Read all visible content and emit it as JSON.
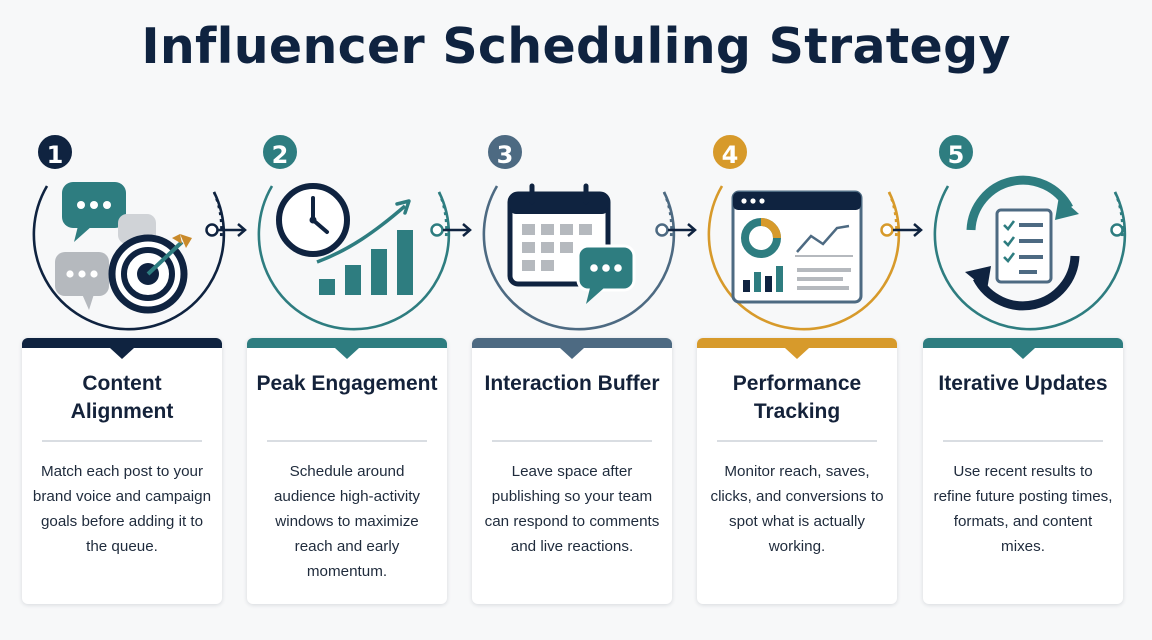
{
  "title": "Influencer Scheduling Strategy",
  "colors": {
    "navy": "#0f2340",
    "teal": "#2e7d80",
    "slate": "#4d6a82",
    "gold": "#d79a2b",
    "gray": "#b5b9be"
  },
  "steps": [
    {
      "number": "1",
      "title": "Content Alignment",
      "description": "Match each post to your brand voice and campaign goals before adding it to the queue.",
      "accent": "#0f2340",
      "icons": [
        "chat-bubble-icon",
        "target-icon"
      ]
    },
    {
      "number": "2",
      "title": "Peak Engagement",
      "description": "Schedule around audience high-activity windows to maximize reach and early momentum.",
      "accent": "#2e7d80",
      "icons": [
        "clock-icon",
        "bar-chart-icon"
      ]
    },
    {
      "number": "3",
      "title": "Interaction Buffer",
      "description": "Leave space after publishing so your team can respond to comments and live reactions.",
      "accent": "#4d6a82",
      "icons": [
        "calendar-icon",
        "chat-bubble-icon"
      ]
    },
    {
      "number": "4",
      "title": "Performance Tracking",
      "description": "Monitor reach, saves, clicks, and conversions to spot what is actually working.",
      "accent": "#d79a2b",
      "icons": [
        "analytics-dashboard-icon"
      ]
    },
    {
      "number": "5",
      "title": "Iterative Updates",
      "description": "Use recent results to refine future posting times, formats, and content mixes.",
      "accent": "#2e7d80",
      "icons": [
        "refresh-cycle-icon",
        "checklist-icon"
      ]
    }
  ]
}
